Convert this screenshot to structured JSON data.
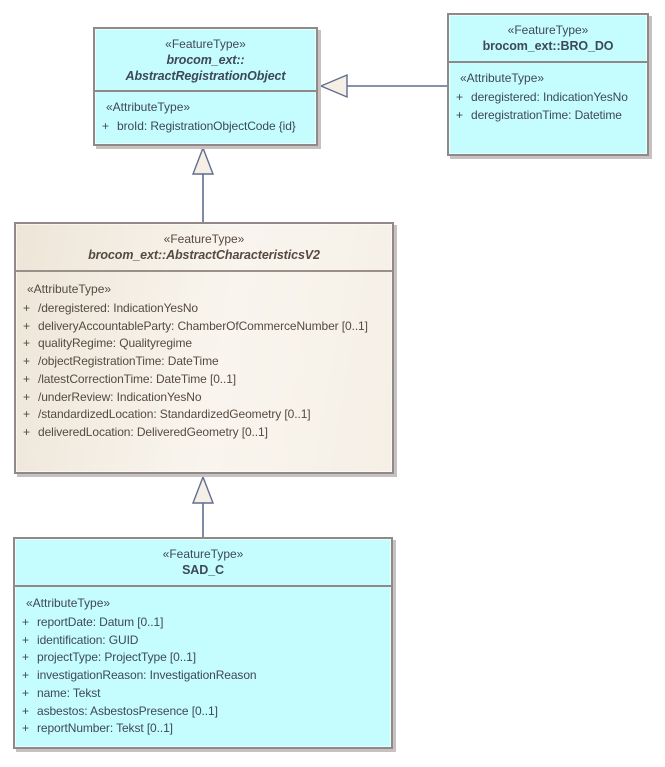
{
  "diagram": {
    "kind": "uml-class-diagram",
    "colors": {
      "class_fill_cyan": "#C5FCFD",
      "class_fill_beige": "#F3ECE1",
      "box_border": "#918888",
      "box_shadow": "#C8C1C1",
      "connector_line": "#5F6D8F",
      "arrowhead_fill": "#F6EFE6",
      "text_cyan_box": "#3D4956",
      "text_beige_box": "#554A40"
    },
    "classes": [
      {
        "stereotype": "«FeatureType»",
        "name_lines": [
          "brocom_ext::",
          "AbstractRegistrationObject"
        ],
        "abstract": true,
        "attr_stereotype": "«AttributeType»",
        "attributes": [
          {
            "v": "+",
            "t": "broId: RegistrationObjectCode {id}"
          }
        ]
      },
      {
        "stereotype": "«FeatureType»",
        "name_lines": [
          "brocom_ext::BRO_DO"
        ],
        "abstract": false,
        "attr_stereotype": "«AttributeType»",
        "attributes": [
          {
            "v": "+",
            "t": "deregistered: IndicationYesNo"
          },
          {
            "v": "+",
            "t": "deregistrationTime: Datetime"
          }
        ]
      },
      {
        "stereotype": "«FeatureType»",
        "name_lines": [
          "brocom_ext::AbstractCharacteristicsV2"
        ],
        "abstract": true,
        "attr_stereotype": "«AttributeType»",
        "attributes": [
          {
            "v": "+",
            "t": "/deregistered: IndicationYesNo"
          },
          {
            "v": "+",
            "t": "deliveryAccountableParty: ChamberOfCommerceNumber [0..1]"
          },
          {
            "v": "+",
            "t": "qualityRegime: Qualityregime"
          },
          {
            "v": "+",
            "t": "/objectRegistrationTime: DateTime"
          },
          {
            "v": "+",
            "t": "/latestCorrectionTime: DateTime [0..1]"
          },
          {
            "v": "+",
            "t": "/underReview: IndicationYesNo"
          },
          {
            "v": "+",
            "t": "/standardizedLocation: StandardizedGeometry [0..1]"
          },
          {
            "v": "+",
            "t": "deliveredLocation: DeliveredGeometry [0..1]"
          }
        ]
      },
      {
        "stereotype": "«FeatureType»",
        "name_lines": [
          "SAD_C"
        ],
        "abstract": false,
        "attr_stereotype": "«AttributeType»",
        "attributes": [
          {
            "v": "+",
            "t": "reportDate: Datum [0..1]"
          },
          {
            "v": "+",
            "t": "identification: GUID"
          },
          {
            "v": "+",
            "t": "projectType: ProjectType [0..1]"
          },
          {
            "v": "+",
            "t": "investigationReason: InvestigationReason"
          },
          {
            "v": "+",
            "t": "name: Tekst"
          },
          {
            "v": "+",
            "t": "asbestos: AsbestosPresence [0..1]"
          },
          {
            "v": "+",
            "t": "reportNumber: Tekst [0..1]"
          }
        ]
      }
    ],
    "relationships": [
      {
        "type": "generalization",
        "from": "brocom_ext::BRO_DO",
        "to": "brocom_ext::AbstractRegistrationObject"
      },
      {
        "type": "generalization",
        "from": "brocom_ext::AbstractCharacteristicsV2",
        "to": "brocom_ext::AbstractRegistrationObject"
      },
      {
        "type": "generalization",
        "from": "SAD_C",
        "to": "brocom_ext::AbstractCharacteristicsV2"
      }
    ]
  }
}
